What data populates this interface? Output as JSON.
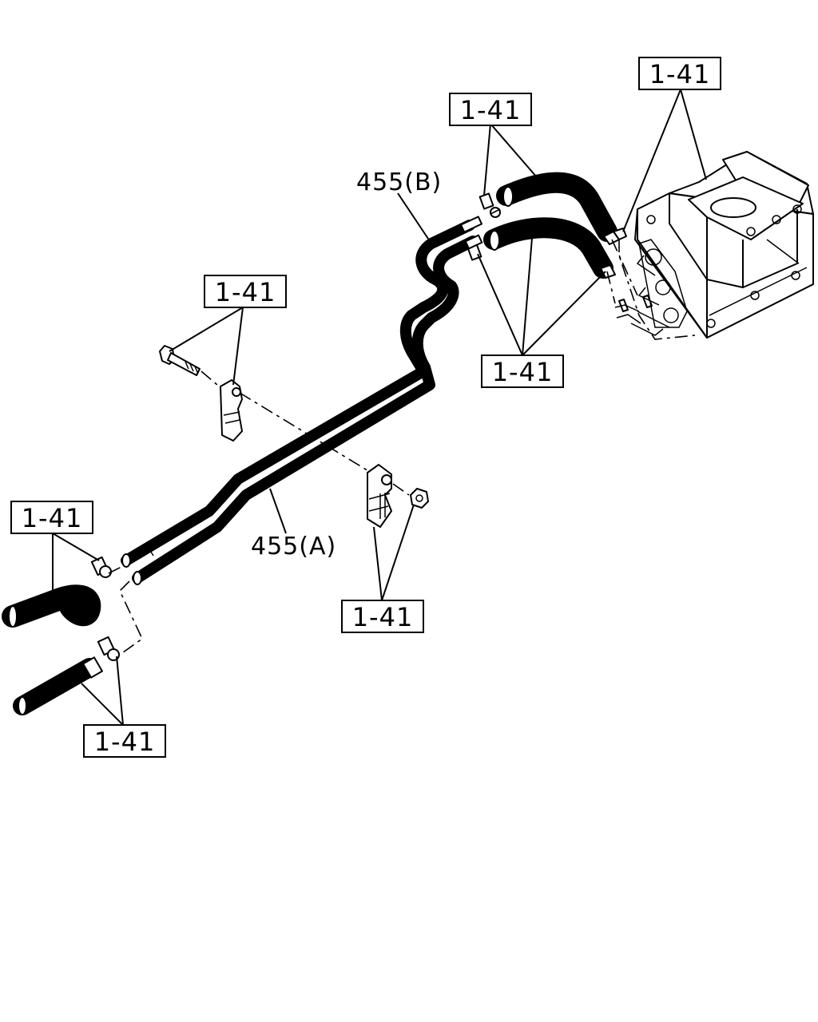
{
  "callouts": [
    {
      "id": "ref-top-right",
      "text": "1-41"
    },
    {
      "id": "ref-top-middle",
      "text": "1-41"
    },
    {
      "id": "ref-left-clamp",
      "text": "1-41"
    },
    {
      "id": "ref-right-hoses",
      "text": "1-41"
    },
    {
      "id": "ref-left-hose",
      "text": "1-41"
    },
    {
      "id": "ref-center-clamp",
      "text": "1-41"
    },
    {
      "id": "ref-bottom-left",
      "text": "1-41"
    }
  ],
  "parts": {
    "pipe_b": "455(B)",
    "pipe_a": "455(A)"
  }
}
